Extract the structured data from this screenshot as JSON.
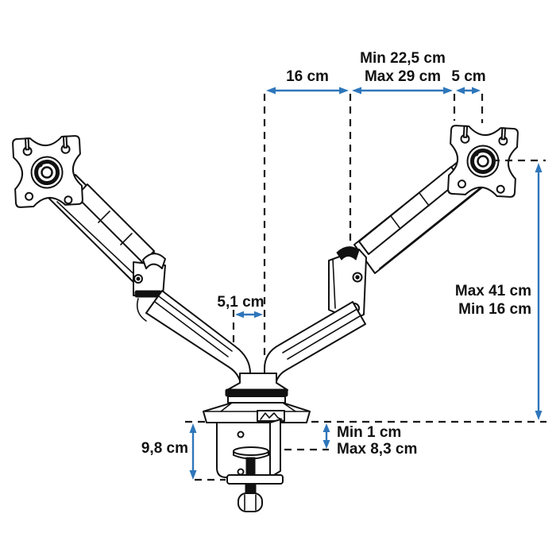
{
  "diagram": {
    "subject": "dual-monitor-desk-mount-dimension-diagram",
    "colors": {
      "dimension_blue": "#2e76bb",
      "line_black": "#111111",
      "background": "#ffffff"
    },
    "dims": {
      "top_left": {
        "label": "16 cm"
      },
      "top_center": {
        "line1": "Min 22,5 cm",
        "line2": "Max 29 cm"
      },
      "top_right": {
        "label": "5 cm"
      },
      "pole_offset": {
        "label": "5,1 cm"
      },
      "height_range": {
        "line1": "Max 41 cm",
        "line2": "Min 16 cm"
      },
      "clamp_height": {
        "label": "9,8 cm"
      },
      "desk_thickness": {
        "line1": "Min 1 cm",
        "line2": "Max 8,3 cm"
      }
    }
  }
}
